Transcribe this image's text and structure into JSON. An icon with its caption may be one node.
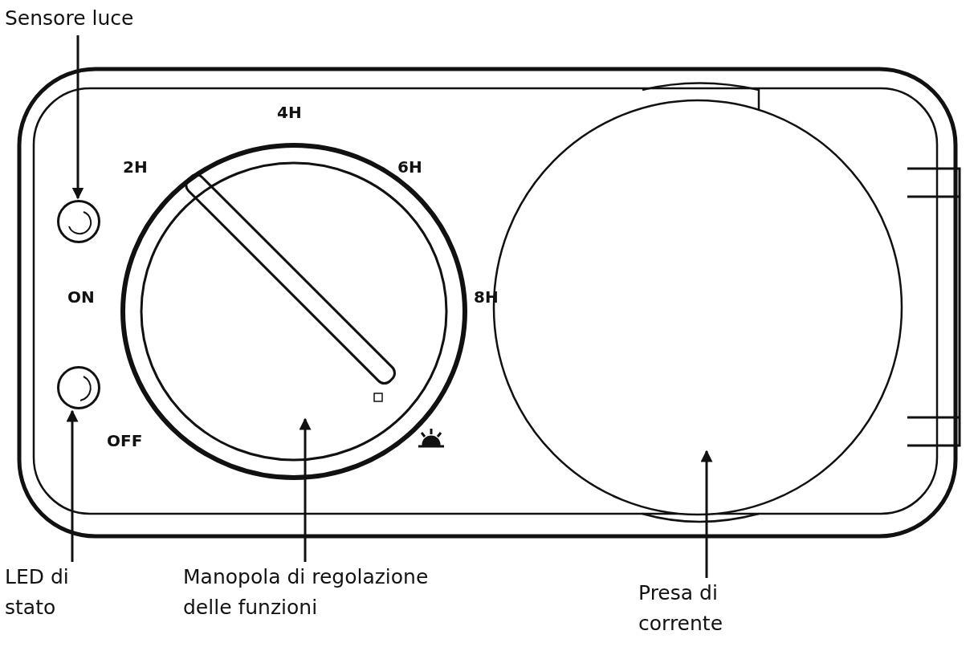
{
  "diagram": {
    "nodes": [
      {
        "text": [
          "Sensore luce"
        ]
      },
      {
        "text": [],
        "shape": "circle"
      },
      {
        "text": [
          "LED di stato"
        ]
      },
      {
        "text": [],
        "shape": "circle"
      },
      {
        "text": [
          "Manopola di regolazione delle funzioni"
        ]
      },
      {
        "text": [],
        "shape": "circle"
      },
      {
        "text": [
          "Presa di corrente"
        ]
      },
      {
        "text": [],
        "shape": "circle"
      }
    ],
    "edges": [
      {
        "from": 0,
        "to": 1,
        "arrow": "to"
      },
      {
        "from": 2,
        "to": 3,
        "arrow": "to"
      },
      {
        "from": 4,
        "to": 5,
        "arrow": "to"
      },
      {
        "from": 6,
        "to": 7,
        "arrow": "to"
      }
    ],
    "labels": [
      "4H",
      "2H",
      "6H",
      "ON",
      "8H",
      "OFF"
    ]
  }
}
